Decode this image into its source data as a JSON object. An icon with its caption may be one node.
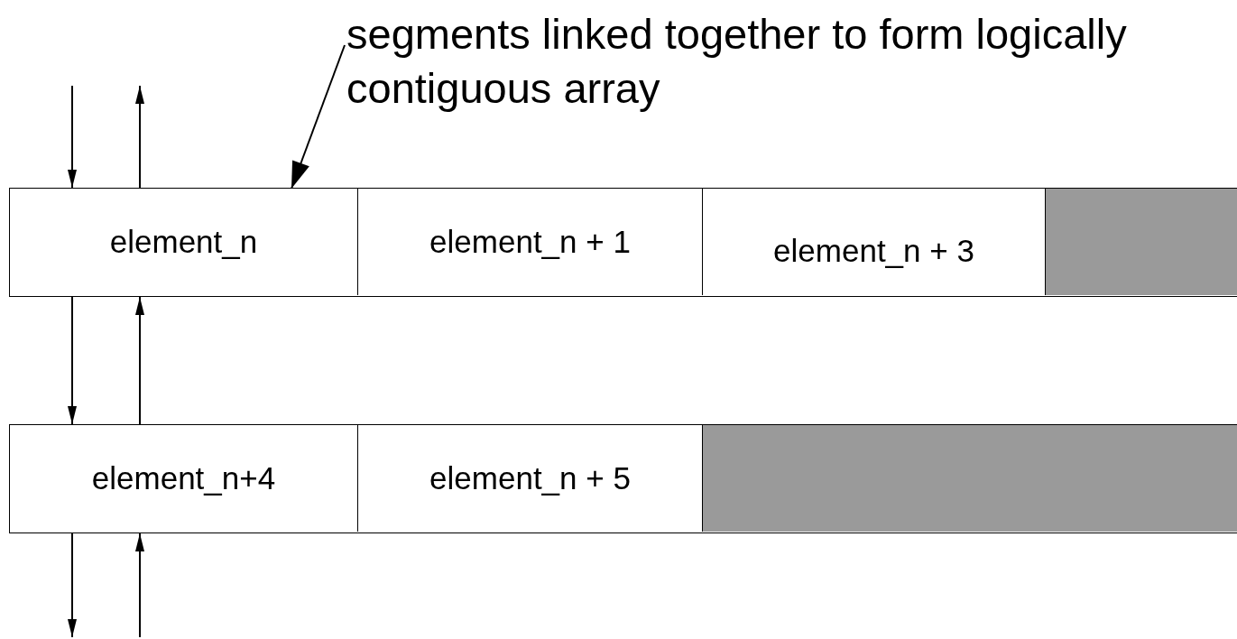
{
  "diagram": {
    "nodes": [
      {
        "text": [
          "segments linked together to form logically contiguous array"
        ]
      },
      {
        "text": [],
        "shape": "box"
      },
      {
        "text": [
          "element_n"
        ],
        "in": 1
      },
      {
        "text": [
          "element_n + 1"
        ],
        "in": 1
      },
      {
        "text": [
          "element_n + 3"
        ],
        "in": 1
      },
      {
        "text": [],
        "shape": "bar",
        "in": 1
      },
      {
        "text": [],
        "shape": "box"
      },
      {
        "text": [
          "element_n+4"
        ],
        "in": 6
      },
      {
        "text": [
          "element_n + 5"
        ],
        "in": 6
      },
      {
        "text": [],
        "shape": "bar",
        "in": 6
      }
    ],
    "edges": [
      {
        "from": 0,
        "to": 2,
        "arrow": "to"
      },
      {
        "from": null,
        "to": 1,
        "arrow": "to"
      },
      {
        "from": 1,
        "to": null,
        "arrow": "to"
      },
      {
        "from": 1,
        "to": 6,
        "arrow": "to"
      },
      {
        "from": 6,
        "to": 1,
        "arrow": "to"
      },
      {
        "from": 6,
        "to": null,
        "arrow": "to"
      },
      {
        "from": null,
        "to": 6,
        "arrow": "to"
      }
    ]
  }
}
